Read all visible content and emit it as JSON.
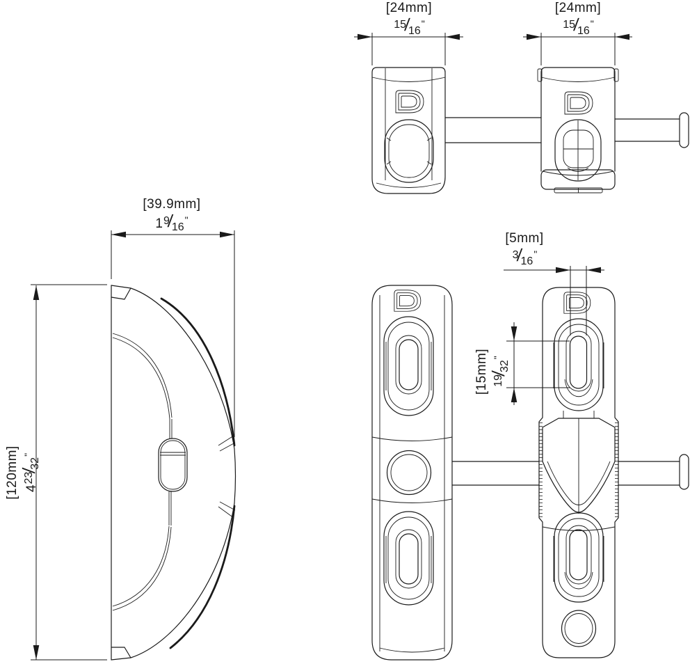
{
  "page": {
    "background": "#ffffff",
    "line_color": "#1a1a1a"
  },
  "drawing": {
    "brand_letter": "D",
    "icons": {
      "brand_logo": "letter-D-outline-logo"
    },
    "frac_slash": "/",
    "dimensions": {
      "latch_width_left": {
        "metric": "[24mm]",
        "whole": "",
        "num": "15",
        "den": "16",
        "mark": "\""
      },
      "latch_width_right": {
        "metric": "[24mm]",
        "whole": "",
        "num": "15",
        "den": "16",
        "mark": "\""
      },
      "handle_depth": {
        "metric": "[39.9mm]",
        "whole": "1",
        "num": "9",
        "den": "16",
        "mark": "\""
      },
      "handle_height": {
        "metric": "[120mm]",
        "whole": "4",
        "num": "23",
        "den": "32",
        "mark": "\""
      },
      "slot_width": {
        "metric": "[5mm]",
        "whole": "",
        "num": "3",
        "den": "16",
        "mark": "\""
      },
      "slot_height": {
        "metric": "[15mm]",
        "whole": "",
        "num": "19",
        "den": "32",
        "mark": "\""
      }
    }
  }
}
